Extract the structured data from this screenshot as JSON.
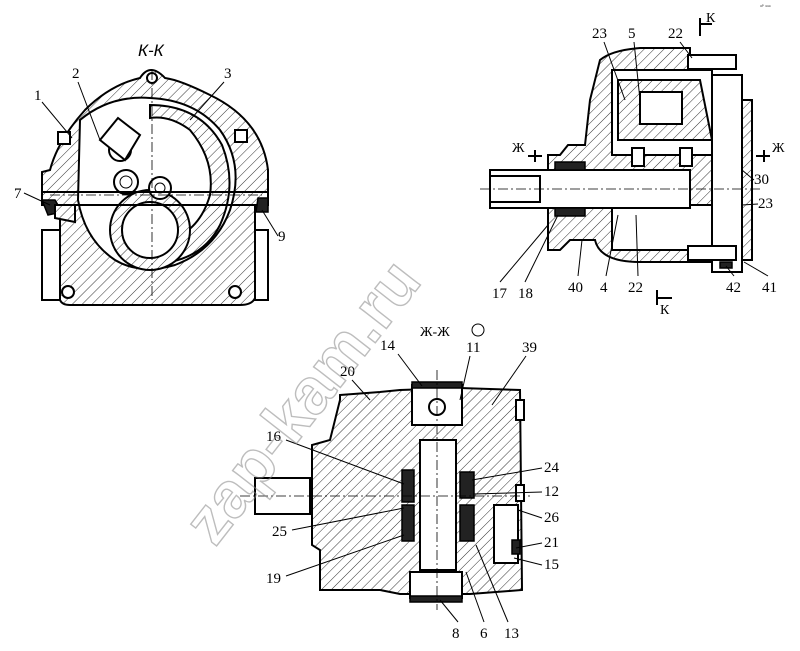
{
  "corner_mark": "ᵃᴾ ᵉᵉᵉ",
  "watermark": "zap-kam.ru",
  "views": {
    "kk": {
      "title": "К-К",
      "labels": [
        "1",
        "2",
        "3",
        "7",
        "9"
      ]
    },
    "side": {
      "section_marks": [
        "К",
        "Ж",
        "Ж",
        "К"
      ],
      "labels": [
        "23",
        "5",
        "22",
        "30",
        "23",
        "17",
        "18",
        "40",
        "4",
        "22",
        "42",
        "41"
      ]
    },
    "zhzh": {
      "title": "Ж-Ж",
      "labels": [
        "14",
        "11",
        "39",
        "20",
        "16",
        "24",
        "12",
        "25",
        "26",
        "21",
        "19",
        "15",
        "8",
        "6",
        "13"
      ]
    }
  }
}
